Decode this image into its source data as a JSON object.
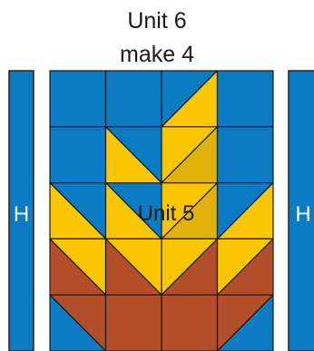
{
  "title_line_1": "Unit 6",
  "title_line_2": "make 4",
  "center_label": "Unit 5",
  "side_label": "H",
  "colors": {
    "blue": "#0b7bc3",
    "yellow": "#f9c600",
    "gold": "#e0b20a",
    "brown": "#b34e2b",
    "line": "#1a1a1a",
    "text": "#1a1a1a",
    "side_text": "#ffffff"
  }
}
